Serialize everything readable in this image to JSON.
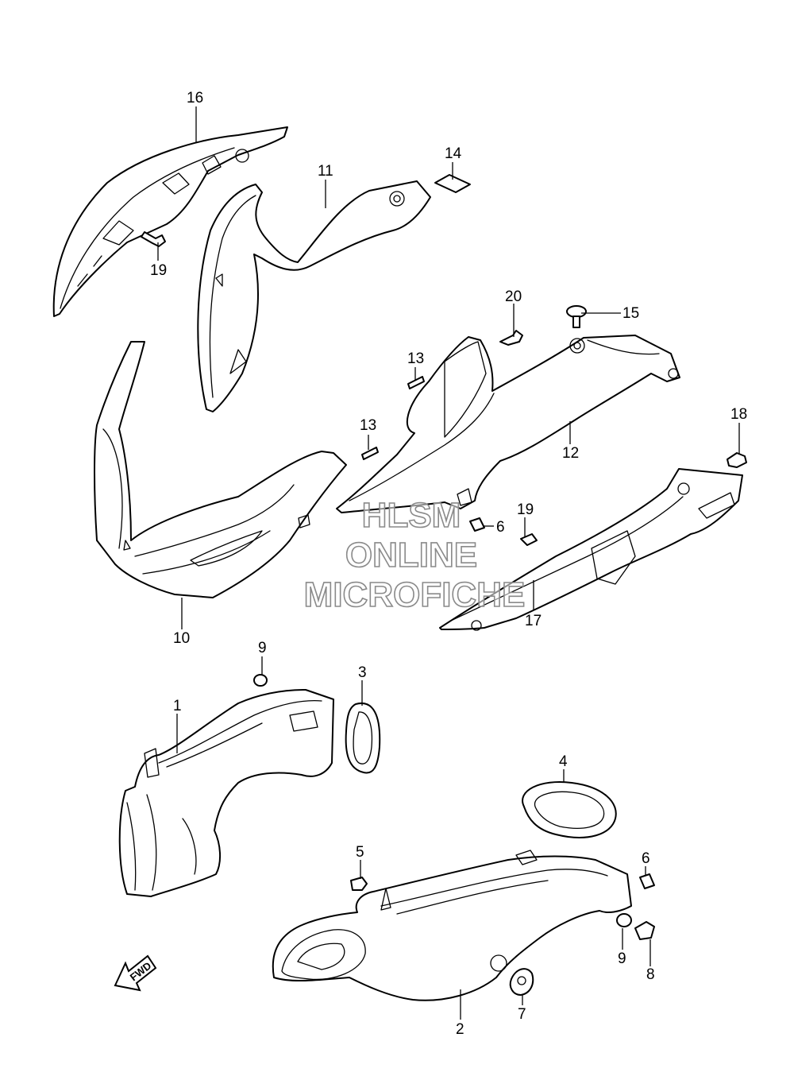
{
  "callouts": {
    "c1": "1",
    "c2": "2",
    "c3": "3",
    "c4": "4",
    "c5": "5",
    "c6a": "6",
    "c6b": "6",
    "c7": "7",
    "c8": "8",
    "c9a": "9",
    "c9b": "9",
    "c10": "10",
    "c11": "11",
    "c12": "12",
    "c13a": "13",
    "c13b": "13",
    "c14": "14",
    "c15": "15",
    "c16": "16",
    "c17": "17",
    "c18": "18",
    "c19a": "19",
    "c19b": "19",
    "c20": "20"
  },
  "watermark": {
    "line1": "HLSM",
    "line2": "ONLINE",
    "line3": "MICROFICHE"
  },
  "fwd_label": "FWD",
  "colors": {
    "ink": "#000000",
    "paper": "#ffffff",
    "watermark": "#8a8a8a"
  }
}
